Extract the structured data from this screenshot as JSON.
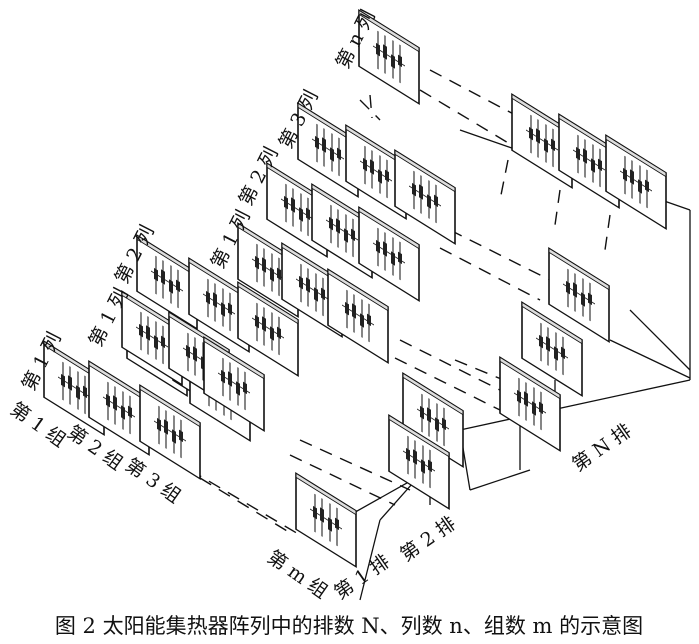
{
  "diagram": {
    "column_labels": [
      {
        "id": "col1-row1",
        "text": "第 1 列"
      },
      {
        "id": "col1-row2",
        "text": "第 1 列"
      },
      {
        "id": "col2-row2",
        "text": "第 2 列"
      },
      {
        "id": "col1-rowN",
        "text": "第 1 列"
      },
      {
        "id": "col2-rowN",
        "text": "第 2 列"
      },
      {
        "id": "col3-rowN",
        "text": "第 3 列"
      },
      {
        "id": "coln-rowN",
        "text": "第 n 列"
      }
    ],
    "group_labels": [
      {
        "id": "group1",
        "text": "第 1 组"
      },
      {
        "id": "group2",
        "text": "第 2 组"
      },
      {
        "id": "group3",
        "text": "第 3 组"
      },
      {
        "id": "groupm",
        "text": "第 m 组"
      }
    ],
    "row_labels": [
      {
        "id": "row1",
        "text": "第 1 排"
      },
      {
        "id": "row2",
        "text": "第 2 排"
      },
      {
        "id": "rowN",
        "text": "第 N 排"
      }
    ]
  },
  "caption": "图 2 太阳能集热器阵列中的排数 N、列数 n、组数 m 的示意图"
}
